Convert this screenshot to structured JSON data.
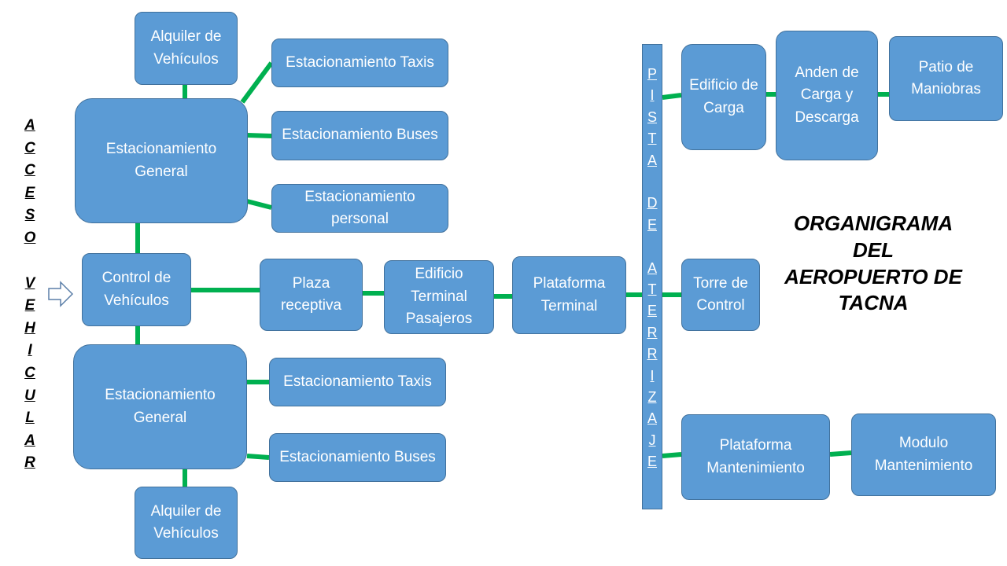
{
  "title": "ORGANIGRAMA\nDEL\nAEROPUERTO DE\nTACNA",
  "side_label": "ACCESO VEHICULAR",
  "runway_label": "PISTA DE ATERRIZAJE",
  "colors": {
    "box_fill": "#5b9bd5",
    "box_border": "#41719c",
    "connector": "#00b050",
    "text": "#ffffff"
  },
  "nodes": {
    "alquiler_top": "Alquiler de Vehículos",
    "est_taxis_top": "Estacionamiento Taxis",
    "est_general_top": "Estacionamiento General",
    "est_buses_top": "Estacionamiento Buses",
    "est_personal": "Estacionamiento personal",
    "control_vehiculos": "Control de Vehículos",
    "plaza_receptiva": "Plaza receptiva",
    "edificio_terminal": "Edificio Terminal Pasajeros",
    "plataforma_terminal": "Plataforma Terminal",
    "est_general_bottom": "Estacionamiento General",
    "est_taxis_bottom": "Estacionamiento Taxis",
    "est_buses_bottom": "Estacionamiento Buses",
    "alquiler_bottom": "Alquiler de Vehículos",
    "edificio_carga": "Edificio de Carga",
    "anden_carga": "Anden de Carga y Descarga",
    "patio_maniobras": "Patio de Maniobras",
    "torre_control": "Torre de Control",
    "plataforma_mant": "Plataforma Mantenimiento",
    "modulo_mant": "Modulo Mantenimiento"
  }
}
